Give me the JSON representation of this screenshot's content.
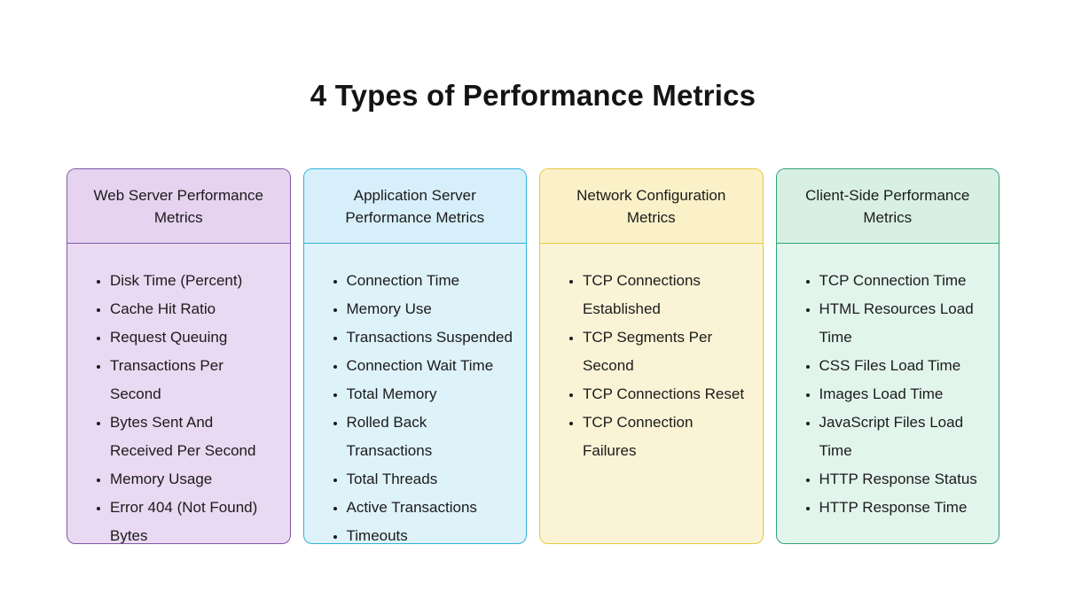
{
  "title": "4 Types of Performance Metrics",
  "cards": [
    {
      "id": "web-server-performance-metrics",
      "title": "Web Server Performance Metrics",
      "colors": {
        "border": "#8059a8",
        "header_bg": "#e6d3f0",
        "body_bg": "#ead9f2"
      },
      "items": [
        "Disk Time (Percent)",
        "Cache Hit Ratio",
        "Request Queuing",
        "Transactions Per Second",
        "Bytes Sent And Received Per Second",
        "Memory Usage",
        "Error 404 (Not Found) Bytes"
      ]
    },
    {
      "id": "application-server-performance-metrics",
      "title": "Application Server Performance Metrics",
      "colors": {
        "border": "#2fb3d6",
        "header_bg": "#d7effa",
        "body_bg": "#def2fa"
      },
      "items": [
        "Connection Time",
        "Memory Use",
        "Transactions Suspended",
        "Connection Wait Time",
        "Total Memory",
        "Rolled Back Transactions",
        "Total Threads",
        "Active Transactions",
        "Timeouts"
      ]
    },
    {
      "id": "network-configuration-metrics",
      "title": "Network Configuration Metrics",
      "colors": {
        "border": "#e6c93e",
        "header_bg": "#faf1c9",
        "body_bg": "#faf3d6"
      },
      "items": [
        "TCP Connections Established",
        "TCP Segments Per Second",
        "TCP Connections Reset",
        "TCP Connection Failures"
      ]
    },
    {
      "id": "client-side-performance-metrics",
      "title": "Client-Side Performance Metrics",
      "colors": {
        "border": "#2fa477",
        "header_bg": "#d8f0e4",
        "body_bg": "#e2f5ec"
      },
      "items": [
        "TCP Connection Time",
        "HTML Resources Load Time",
        "CSS Files Load Time",
        "Images Load Time",
        "JavaScript Files Load Time",
        "HTTP Response Status",
        "HTTP Response Time"
      ]
    }
  ]
}
